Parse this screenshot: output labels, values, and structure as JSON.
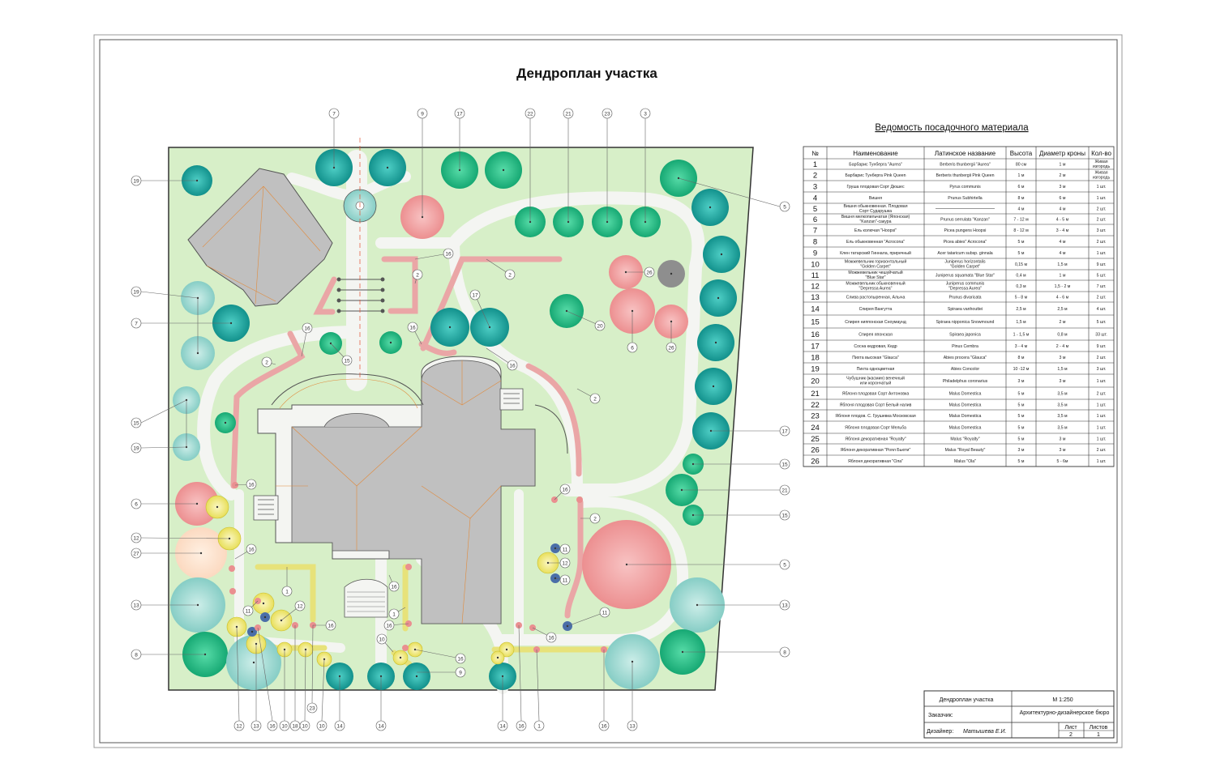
{
  "title": "Дендроплан участка",
  "schedule": {
    "title": "Ведомость посадочного материала",
    "headers": [
      "№",
      "Наименование",
      "Латинское название",
      "Высота",
      "Диаметр кроны",
      "Кол-во"
    ],
    "rows": [
      {
        "n": "1",
        "name": [
          "Барбарис Тунберга \"Aurea\""
        ],
        "latin": "Berberis thunbergii \"Aurea\"",
        "height": "80 см",
        "crown": "1 м",
        "qty": [
          "Живая",
          "изгородь"
        ]
      },
      {
        "n": "2",
        "name": [
          "Барбарис Тунберга Pink Queen"
        ],
        "latin": "Berberis thunbergii Pink Queen",
        "height": "1 м",
        "crown": "2 м",
        "qty": [
          "Живая",
          "изгородь"
        ]
      },
      {
        "n": "3",
        "name": [
          "Груша плодовая Сорт Дюшес"
        ],
        "latin": "Pyrus communis",
        "height": "6 м",
        "crown": "3 м",
        "qty": [
          "1 шт."
        ]
      },
      {
        "n": "4",
        "name": [
          "Вишня"
        ],
        "latin": "Prunus Subhirtella",
        "height": "8 м",
        "crown": "6 м",
        "qty": [
          "1 шт."
        ]
      },
      {
        "n": "5",
        "name": [
          "Вишня обыкновенная. Плодовая",
          "Сорт Сударушка"
        ],
        "latin": "",
        "height": "4 м",
        "crown": "4 м",
        "qty": [
          "2 шт."
        ]
      },
      {
        "n": "6",
        "name": [
          "Вишня мелкопильчатая (Японская)",
          "\"Kanzan\"-сакура"
        ],
        "latin": "Prunus serrulata \"Kanzan\"",
        "height": "7 - 12 м",
        "crown": "4 - 5 м",
        "qty": [
          "2 шт."
        ]
      },
      {
        "n": "7",
        "name": [
          "Ель колючая \"Hoopsi\""
        ],
        "latin": "Picea pungens Hoopsi",
        "height": "8 - 12 м",
        "crown": "3 - 4 м",
        "qty": [
          "3 шт."
        ]
      },
      {
        "n": "8",
        "name": [
          "Ель обыкновенная \"Acrocona\""
        ],
        "latin": "Picea abies\" Acrocona\"",
        "height": "5 м",
        "crown": "4 м",
        "qty": [
          "2 шт."
        ]
      },
      {
        "n": "9",
        "name": [
          "Клен татарский Гиннала, приречный"
        ],
        "latin": "Acer tataricum subsp. ginnala",
        "height": "5 м",
        "crown": "4 м",
        "qty": [
          "1 шт."
        ]
      },
      {
        "n": "10",
        "name": [
          "Можжевельник горизонтальный",
          "\"Golden Carpet\""
        ],
        "latin": "Juniperus horizontalis",
        "latin2": "\"Golden Carpet\"",
        "height": "0,15 м",
        "crown": "1,5 м",
        "qty": [
          "9 шт."
        ]
      },
      {
        "n": "11",
        "name": [
          "Можжевельник чешуйчатый",
          "\"Blue Star\""
        ],
        "latin": "Juniperus squamata \"Blue Star\"",
        "height": "0,4 м",
        "crown": "1 м",
        "qty": [
          "5 шт."
        ]
      },
      {
        "n": "12",
        "name": [
          "Можжевельник обыкновенный",
          "\"Depressa Aurea\""
        ],
        "latin": "Juniperus communis",
        "latin2": "\"Depressa Aurea\"",
        "height": "0,3 м",
        "crown": "1,5 - 2 м",
        "qty": [
          "7 шт."
        ]
      },
      {
        "n": "13",
        "name": [
          "Слива растопыренная, Алыча"
        ],
        "latin": "Prunus divaricata",
        "height": "5 - 8 м",
        "crown": "4 - 6 м",
        "qty": [
          "2 шт."
        ]
      },
      {
        "n": "14",
        "name": [
          "Спирея Вангутта"
        ],
        "latin": "Spiraea vanhouttei",
        "height": "2,5 м",
        "crown": "2,5 м",
        "qty": [
          "4 шт."
        ]
      },
      {
        "n": "15",
        "name": [
          "Спирея ниппонская Сноумаунд"
        ],
        "latin": "Spiraea nipponica Snowmound",
        "height": "1,5 м",
        "crown": "2 м",
        "qty": [
          "5 шт."
        ]
      },
      {
        "n": "16",
        "name": [
          "Спирея японская"
        ],
        "latin": "Spiraea japonica",
        "height": "1 - 1,5 м",
        "crown": "0,8 м",
        "qty": [
          "33 шт."
        ]
      },
      {
        "n": "17",
        "name": [
          "Сосна кедровая, Кедр"
        ],
        "latin": "Pinus Cembra",
        "height": "3 - 4 м",
        "crown": "2 - 4 м",
        "qty": [
          "9 шт."
        ]
      },
      {
        "n": "18",
        "name": [
          "Пихта высокая \"Glauca\""
        ],
        "latin": "Abies procera \"Glauca\"",
        "height": "8 м",
        "crown": "3 м",
        "qty": [
          "2 шт."
        ]
      },
      {
        "n": "19",
        "name": [
          "Пихта одноцветная"
        ],
        "latin": "Abies Concolor",
        "height": "10 -12 м",
        "crown": "1,5 м",
        "qty": [
          "3 шт."
        ]
      },
      {
        "n": "20",
        "name": [
          "Чубушник (жасмин) венечный",
          "или корончатый"
        ],
        "latin": "Philadelphus coronarius",
        "height": "3 м",
        "crown": "3 м",
        "qty": [
          "1 шт."
        ]
      },
      {
        "n": "21",
        "name": [
          "Яблоня плодовая  Сорт Антоновка"
        ],
        "latin": "Malus Domestica",
        "height": "5 м",
        "crown": "3,5 м",
        "qty": [
          "2 шт."
        ]
      },
      {
        "n": "22",
        "name": [
          "Яблоня плодовая  Сорт Белый налив"
        ],
        "latin": "Malus Domestica",
        "height": "5 м",
        "crown": "3,5 м",
        "qty": [
          "1 шт."
        ]
      },
      {
        "n": "23",
        "name": [
          "Яблоня плодов. С. Грушевка Московская"
        ],
        "latin": "Malus Domestica",
        "height": "5 м",
        "crown": "3,5 м",
        "qty": [
          "1 шт."
        ]
      },
      {
        "n": "24",
        "name": [
          "Яблоня плодовая  Сорт Мельба"
        ],
        "latin": "Malus Domestica",
        "height": "5 м",
        "crown": "3,5 м",
        "qty": [
          "1 шт."
        ]
      },
      {
        "n": "25",
        "name": [
          "Яблоня декоративная \"Royalty\""
        ],
        "latin": "Malus \"Royalty\"",
        "height": "5 м",
        "crown": "3 м",
        "qty": [
          "1 шт."
        ]
      },
      {
        "n": "26",
        "name": [
          "Яблоня декоративная \"Роял Бьюти\""
        ],
        "latin": "Malus \"Royal Beauty\"",
        "height": "3 м",
        "crown": "3 м",
        "qty": [
          "2 шт."
        ]
      },
      {
        "n": "26",
        "name": [
          "Яблоня декоративная \"Ола\""
        ],
        "latin": "Malus \"Ola\"",
        "height": "5 м",
        "crown": "5 - 6м",
        "qty": [
          "1 шт."
        ]
      }
    ]
  },
  "stamp": {
    "sheet_title": "Дендроплан участка",
    "scale": "М 1:250",
    "customer_label": "Заказчик:",
    "bureau": "Архитектурно-дизайнерское бюро",
    "designer_label": "Дизайнер:",
    "designer": "Матышева Е.И.",
    "sheet_label": "Лист",
    "sheets_label": "Листов",
    "sheet": "2",
    "sheets": "1"
  },
  "callouts": {
    "top": [
      "7",
      "9",
      "17",
      "22",
      "21",
      "23",
      "3"
    ],
    "left": [
      "19",
      "19",
      "7",
      "15",
      "19",
      "6",
      "12",
      "27",
      "13",
      "8"
    ],
    "right": [
      "5",
      "17",
      "15",
      "21",
      "15",
      "5",
      "13",
      "8"
    ],
    "bottom": [
      "12",
      "13",
      "16",
      "10",
      "18",
      "10",
      "23",
      "10",
      "14",
      "14",
      "14",
      "16",
      "1",
      "16",
      "13"
    ],
    "inner": [
      "16",
      "2",
      "2",
      "2",
      "16",
      "16",
      "15",
      "17",
      "26",
      "20",
      "6",
      "26",
      "16",
      "2",
      "16",
      "2",
      "16",
      "1",
      "12",
      "11",
      "16",
      "16",
      "1",
      "16",
      "11",
      "12",
      "11",
      "11",
      "16",
      "16",
      "10",
      "9",
      "16"
    ]
  },
  "colors": {
    "lawn": "#d7efc8",
    "path": "#f4f5f2",
    "building": "#c0c0c0",
    "conifer_teal": "#1a9e98",
    "conifer_green": "#1fbe86",
    "fruit_pink": "#f2a3a3",
    "shrub_light": "#a8dcd6",
    "shrub_yellow": "#f2ec8e",
    "juniper_blue": "#4a6ea8",
    "hedge_pink": "#eaa6a6",
    "hedge_yellow": "#e7e27a"
  }
}
